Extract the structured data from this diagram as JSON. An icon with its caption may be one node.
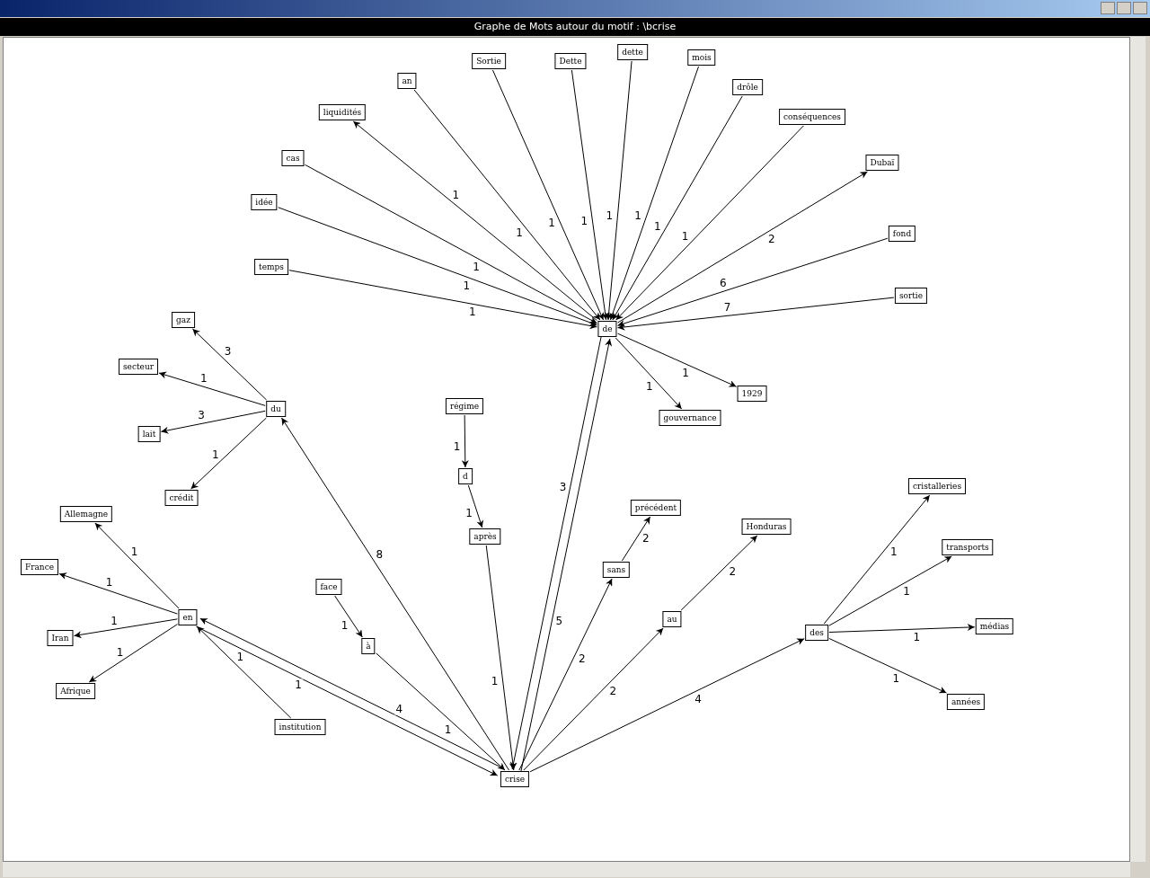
{
  "diagram": {
    "title": "Graphe de Mots autour du motif : \\bcrise",
    "nodes": [
      {
        "text": [
          "de"
        ]
      },
      {
        "text": [
          "temps"
        ]
      },
      {
        "text": [
          "idée"
        ]
      },
      {
        "text": [
          "cas"
        ]
      },
      {
        "text": [
          "liquidités"
        ]
      },
      {
        "text": [
          "an"
        ]
      },
      {
        "text": [
          "Sortie"
        ]
      },
      {
        "text": [
          "Dette"
        ]
      },
      {
        "text": [
          "dette"
        ]
      },
      {
        "text": [
          "mois"
        ]
      },
      {
        "text": [
          "drôle"
        ]
      },
      {
        "text": [
          "conséquences"
        ]
      },
      {
        "text": [
          "Dubaï"
        ]
      },
      {
        "text": [
          "fond"
        ]
      },
      {
        "text": [
          "sortie"
        ]
      },
      {
        "text": [
          "1929"
        ]
      },
      {
        "text": [
          "gouvernance"
        ]
      },
      {
        "text": [
          "du"
        ]
      },
      {
        "text": [
          "gaz"
        ]
      },
      {
        "text": [
          "secteur"
        ]
      },
      {
        "text": [
          "lait"
        ]
      },
      {
        "text": [
          "crédit"
        ]
      },
      {
        "text": [
          "Allemagne"
        ]
      },
      {
        "text": [
          "France"
        ]
      },
      {
        "text": [
          "en"
        ]
      },
      {
        "text": [
          "Iran"
        ]
      },
      {
        "text": [
          "Afrique"
        ]
      },
      {
        "text": [
          "institution"
        ]
      },
      {
        "text": [
          "face"
        ]
      },
      {
        "text": [
          "à"
        ]
      },
      {
        "text": [
          "régime"
        ]
      },
      {
        "text": [
          "d"
        ]
      },
      {
        "text": [
          "après"
        ]
      },
      {
        "text": [
          "crise"
        ]
      },
      {
        "text": [
          "sans"
        ]
      },
      {
        "text": [
          "précédent"
        ]
      },
      {
        "text": [
          "au"
        ]
      },
      {
        "text": [
          "Honduras"
        ]
      },
      {
        "text": [
          "des"
        ]
      },
      {
        "text": [
          "cristalleries"
        ]
      },
      {
        "text": [
          "transports"
        ]
      },
      {
        "text": [
          "médias"
        ]
      },
      {
        "text": [
          "années"
        ]
      }
    ],
    "edges": [
      {
        "from": 1,
        "to": 0,
        "arrow": "to",
        "label": "1"
      },
      {
        "from": 2,
        "to": 0,
        "arrow": "to",
        "label": "1"
      },
      {
        "from": 3,
        "to": 0,
        "arrow": "to",
        "label": "1"
      },
      {
        "from": 0,
        "to": 4,
        "arrow": "to",
        "label": "1"
      },
      {
        "from": 5,
        "to": 0,
        "arrow": "to",
        "label": "1"
      },
      {
        "from": 6,
        "to": 0,
        "arrow": "to",
        "label": "1"
      },
      {
        "from": 7,
        "to": 0,
        "arrow": "to",
        "label": "1"
      },
      {
        "from": 8,
        "to": 0,
        "arrow": "to",
        "label": "1"
      },
      {
        "from": 9,
        "to": 0,
        "arrow": "to",
        "label": "1"
      },
      {
        "from": 10,
        "to": 0,
        "arrow": "to",
        "label": "1"
      },
      {
        "from": 11,
        "to": 0,
        "arrow": "to",
        "label": "1"
      },
      {
        "from": 0,
        "to": 12,
        "arrow": "to",
        "label": "2"
      },
      {
        "from": 13,
        "to": 0,
        "arrow": "to",
        "label": "6"
      },
      {
        "from": 14,
        "to": 0,
        "arrow": "to",
        "label": "7"
      },
      {
        "from": 0,
        "to": 15,
        "arrow": "to",
        "label": "1"
      },
      {
        "from": 0,
        "to": 16,
        "arrow": "to",
        "label": "1"
      },
      {
        "from": 17,
        "to": 18,
        "arrow": "to",
        "label": "3"
      },
      {
        "from": 17,
        "to": 19,
        "arrow": "to",
        "label": "1"
      },
      {
        "from": 17,
        "to": 20,
        "arrow": "to",
        "label": "3"
      },
      {
        "from": 17,
        "to": 21,
        "arrow": "to",
        "label": "1"
      },
      {
        "from": 33,
        "to": 17,
        "arrow": "to",
        "label": "8"
      },
      {
        "from": 24,
        "to": 22,
        "arrow": "to",
        "label": "1"
      },
      {
        "from": 24,
        "to": 23,
        "arrow": "to",
        "label": "1"
      },
      {
        "from": 24,
        "to": 25,
        "arrow": "to",
        "label": "1"
      },
      {
        "from": 24,
        "to": 26,
        "arrow": "to",
        "label": "1"
      },
      {
        "from": 27,
        "to": 24,
        "arrow": "to",
        "label": "1"
      },
      {
        "from": 33,
        "to": 24,
        "arrow": "to",
        "label": "4"
      },
      {
        "from": 24,
        "to": 33,
        "arrow": "to",
        "label": "1"
      },
      {
        "from": 28,
        "to": 29,
        "arrow": "to",
        "label": "1"
      },
      {
        "from": 29,
        "to": 33,
        "arrow": "to",
        "label": "1"
      },
      {
        "from": 30,
        "to": 31,
        "arrow": "to",
        "label": "1"
      },
      {
        "from": 31,
        "to": 32,
        "arrow": "to",
        "label": "1"
      },
      {
        "from": 32,
        "to": 33,
        "arrow": "to",
        "label": "1"
      },
      {
        "from": 33,
        "to": 0,
        "arrow": "to",
        "label": "5"
      },
      {
        "from": 0,
        "to": 33,
        "arrow": "to",
        "label": "3"
      },
      {
        "from": 33,
        "to": 34,
        "arrow": "to",
        "label": "2"
      },
      {
        "from": 34,
        "to": 35,
        "arrow": "to",
        "label": "2"
      },
      {
        "from": 33,
        "to": 36,
        "arrow": "to",
        "label": "2"
      },
      {
        "from": 36,
        "to": 37,
        "arrow": "to",
        "label": "2"
      },
      {
        "from": 33,
        "to": 38,
        "arrow": "to",
        "label": "4"
      },
      {
        "from": 38,
        "to": 39,
        "arrow": "to",
        "label": "1"
      },
      {
        "from": 38,
        "to": 40,
        "arrow": "to",
        "label": "1"
      },
      {
        "from": 38,
        "to": 41,
        "arrow": "to",
        "label": "1"
      },
      {
        "from": 38,
        "to": 42,
        "arrow": "to",
        "label": "1"
      }
    ]
  }
}
